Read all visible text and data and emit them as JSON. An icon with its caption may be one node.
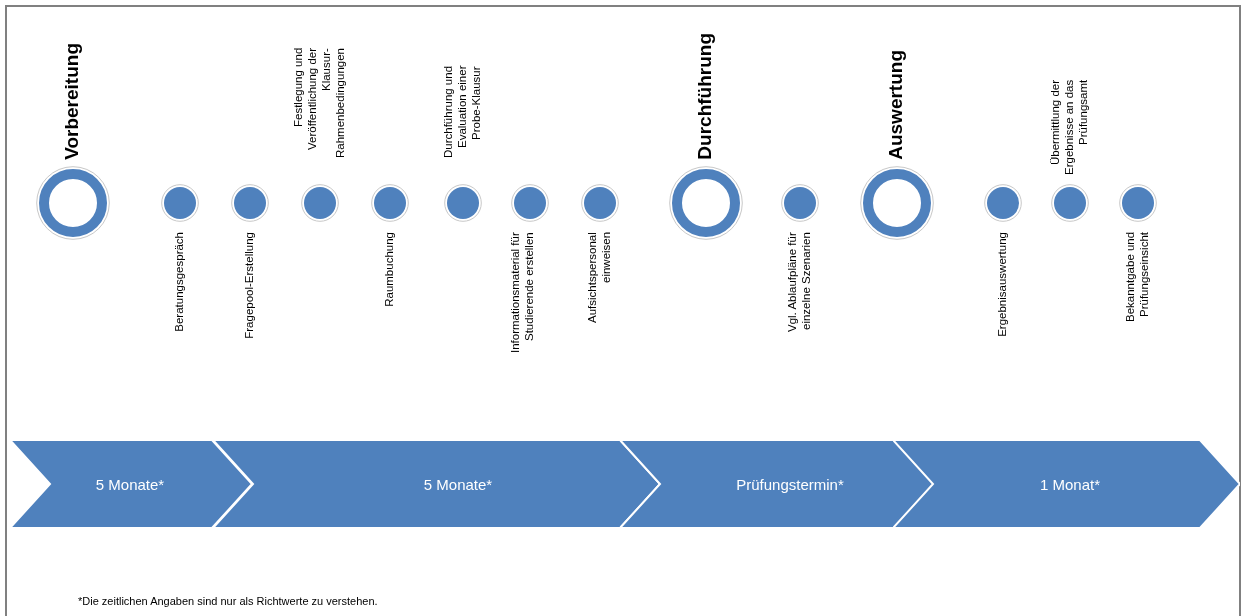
{
  "diagram": {
    "nodes": [
      {
        "text": [],
        "shape": "circle",
        "beside": [
          "Vorbereitung"
        ]
      },
      {
        "text": [],
        "shape": "circle",
        "beside": [
          "Beratungsgespräch"
        ]
      },
      {
        "text": [],
        "shape": "circle",
        "beside": [
          "Fragepool-Erstellung"
        ]
      },
      {
        "text": [],
        "shape": "circle",
        "beside": [
          "Festlegung und Veröffentlichung der Klausur-Rahmenbedingungen"
        ]
      },
      {
        "text": [],
        "shape": "circle",
        "beside": [
          "Raumbuchung"
        ]
      },
      {
        "text": [],
        "shape": "circle",
        "beside": [
          "Durchführung und Evaluation einer Probe-Klausur"
        ]
      },
      {
        "text": [],
        "shape": "circle",
        "beside": [
          "Informationsmaterial für Studierende erstellen"
        ]
      },
      {
        "text": [],
        "shape": "circle",
        "beside": [
          "Aufsichtspersonal einweisen"
        ]
      },
      {
        "text": [],
        "shape": "circle",
        "beside": [
          "Durchführung"
        ]
      },
      {
        "text": [],
        "shape": "circle",
        "beside": [
          "Vgl. Ablaufpläne für einzelne Szenarien"
        ]
      },
      {
        "text": [],
        "shape": "circle",
        "beside": [
          "Auswertung"
        ]
      },
      {
        "text": [],
        "shape": "circle",
        "beside": [
          "Ergebnisauswertung"
        ]
      },
      {
        "text": [],
        "shape": "circle",
        "beside": [
          "Übermittlung der Ergebnisse an das Prüfungsamt"
        ]
      },
      {
        "text": [],
        "shape": "circle",
        "beside": [
          "Bekanntgabe und Prüfungseinsicht"
        ]
      },
      {
        "text": [
          "5 Monate*"
        ]
      },
      {
        "text": [
          "5 Monate*"
        ]
      },
      {
        "text": [
          "Prüfungstermin*"
        ]
      },
      {
        "text": [
          "1 Monat*"
        ]
      }
    ],
    "caption": "*Die zeitlichen Angaben sind nur als Richtwerte zu verstehen."
  }
}
